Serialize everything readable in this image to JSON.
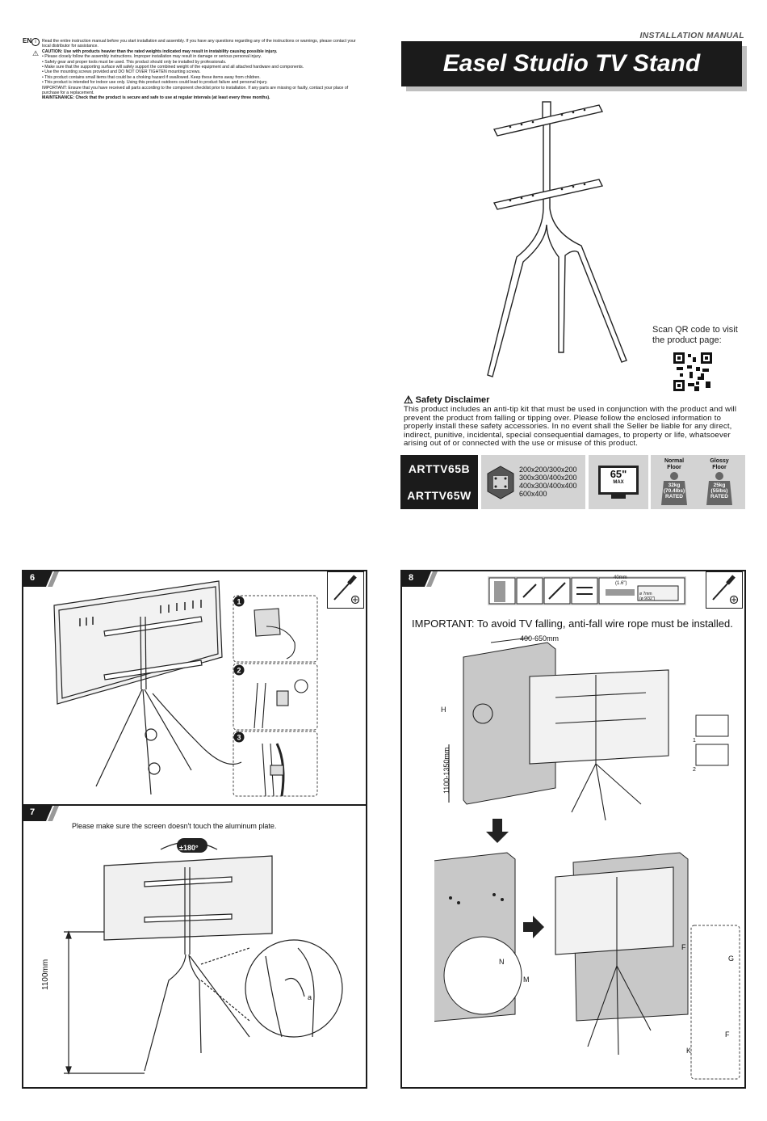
{
  "header": {
    "manual_label": "INSTALLATION MANUAL",
    "title": "Easel Studio TV Stand"
  },
  "warnings": {
    "lang": "EN",
    "lines": [
      "Read the entire instruction manual before you start installation and assembly. If you have any questions regarding any of the instructions or warnings, please contact your",
      "local distributor for assistance.",
      "CAUTION: Use with products heavier than the rated weights indicated may result in instability causing possible injury.",
      "• Please closely follow the assembly instructions. Improper installation may result in damage or serious personal injury.",
      "• Safety gear and proper tools must be used. This product should only be installed by professionals.",
      "• Make sure that the supporting surface will safely support the combined weight of the equipment and all attached hardware and components.",
      "• Use the mounting screws provided and DO NOT OVER TIGHTEN mounting screws.",
      "• This product contains small items that could be a choking hazard if swallowed. Keep these items away from children.",
      "• This product is intended for indoor use only. Using this product outdoors could lead to product failure and personal injury.",
      "IMPORTANT: Ensure that you have received all parts according to the component checklist prior to installation. If any parts are missing or faulty, contact your place of",
      "purchase for a replacement.",
      "MAINTENANCE: Check that the product is secure and safe to use at regular intervals (at least every three months)."
    ]
  },
  "qr": {
    "text": "Scan QR code to visit the product page:"
  },
  "safety": {
    "heading": "Safety Disclaimer",
    "text": "This product includes an anti-tip kit that must be used in conjunction with the product and will prevent the product from falling or tipping over. Please follow the enclosed information to properly install these safety accessories. In no event shall the Seller be liable for any direct, indirect, punitive, incidental, special consequential damages, to property or life, whatsoever arising out of or connected with the use or misuse of this product."
  },
  "specs": {
    "models": [
      "ARTTV65B",
      "ARTTV65W"
    ],
    "vesa": [
      "200x200/300x200",
      "300x300/400x200",
      "400x300/400x400",
      "600x400"
    ],
    "screen_size": "65\"",
    "screen_max": "MAX",
    "normal_floor": {
      "label_line1": "Normal",
      "label_line2": "Floor",
      "w1": "32kg",
      "w2": "(70.4lbs)",
      "w3": "RATED"
    },
    "glossy_floor": {
      "label_line1": "Glossy",
      "label_line2": "Floor",
      "w1": "25kg",
      "w2": "(55lbs)",
      "w3": "RATED"
    }
  },
  "step6": {
    "number": "6",
    "sub": [
      "1",
      "2",
      "3"
    ]
  },
  "step7": {
    "number": "7",
    "note": "Please make sure the screen doesn't touch the aluminum plate.",
    "rotation": "±180°",
    "height": "1100mm",
    "detail_label": "a"
  },
  "step8": {
    "number": "8",
    "important": "IMPORTANT: To avoid TV falling, anti-fall wire rope must be installed.",
    "spacing": "400-650mm",
    "height_range": "1100-1350mm",
    "label_h": "H",
    "drill_depth": "40mm",
    "drill_depth_in": "(1.6\")",
    "drill_dia": "ø 7mm",
    "drill_dia_in": "(ø 9/32\")",
    "sub": [
      "1",
      "2"
    ],
    "labels": {
      "n": "N",
      "m": "M",
      "f1": "F",
      "g": "G",
      "f2": "F",
      "k": "K"
    }
  }
}
